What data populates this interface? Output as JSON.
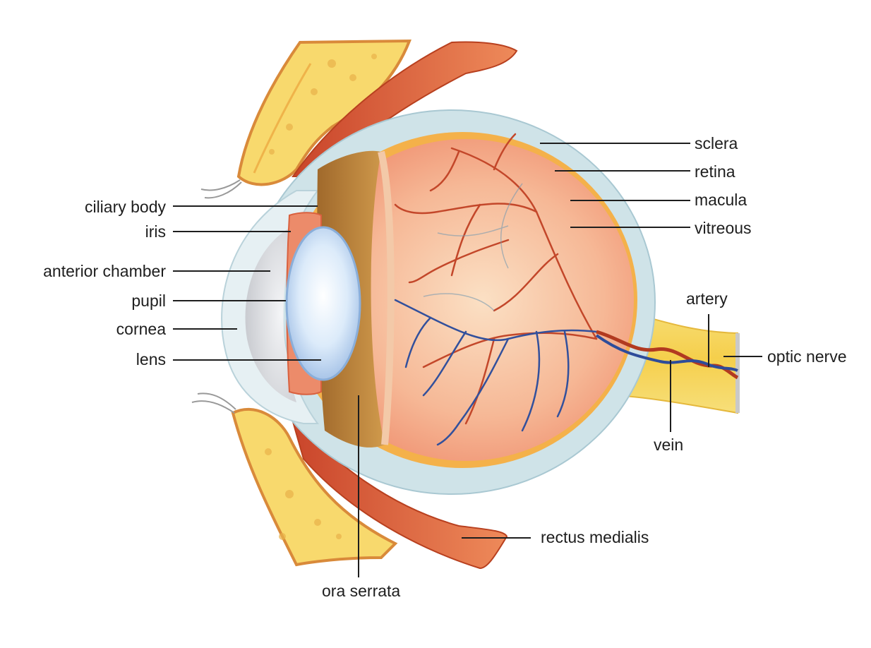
{
  "labels": {
    "sclera": "sclera",
    "retina": "retina",
    "macula": "macula",
    "vitreous": "vitreous",
    "artery": "artery",
    "optic_nerve": "optic nerve",
    "vein": "vein",
    "rectus_medialis": "rectus medialis",
    "ora_serrata": "ora serrata",
    "ciliary_body": "ciliary body",
    "iris": "iris",
    "anterior_chamber": "anterior chamber",
    "pupil": "pupil",
    "cornea": "cornea",
    "lens": "lens"
  },
  "colors": {
    "sclera": "#cfe3e8",
    "eyeball": "#f0a07e",
    "lens": "#bcd6f2",
    "bone": "#f7d96a",
    "muscle": "#d8563a",
    "artery": "#b23a20",
    "vein": "#2e4c9a",
    "optic_nerve": "#f2cc55"
  }
}
